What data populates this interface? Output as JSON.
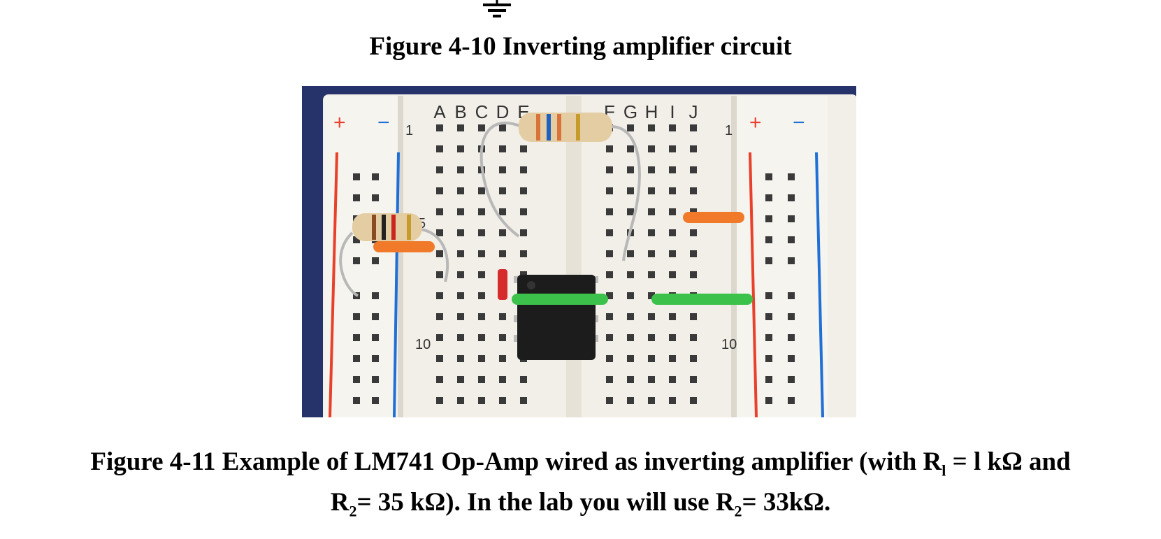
{
  "figures": {
    "top_caption": "Figure 4-10 Inverting amplifier circuit",
    "breadboard_photo": {
      "column_letters_left": [
        "A",
        "B",
        "C",
        "D",
        "E"
      ],
      "column_letters_right": [
        "F",
        "G",
        "H",
        "I",
        "J"
      ],
      "row_numbers": [
        "1",
        "5",
        "10"
      ],
      "rail_plus": "+",
      "rail_minus": "−"
    },
    "bottom_caption": {
      "line1_prefix": "Figure 4-11 Example of LM741 Op-Amp wired as inverting amplifier (with R",
      "r1_sub": "l",
      "line1_middle": " = l kΩ and",
      "r2_symbol": "R",
      "r2_sub": "2",
      "line2_middle": "= 35 kΩ). In the lab you will use R",
      "r2b_sub": "2",
      "line2_end": "= 33kΩ."
    },
    "colors": {
      "board": "#f2efe8",
      "background_mat": "#26336b",
      "rail_red": "#e8402a",
      "rail_blue": "#1f6fd6",
      "wire_orange": "#f07a2a",
      "wire_green": "#3cc24a",
      "chip": "#1c1c1c"
    }
  }
}
